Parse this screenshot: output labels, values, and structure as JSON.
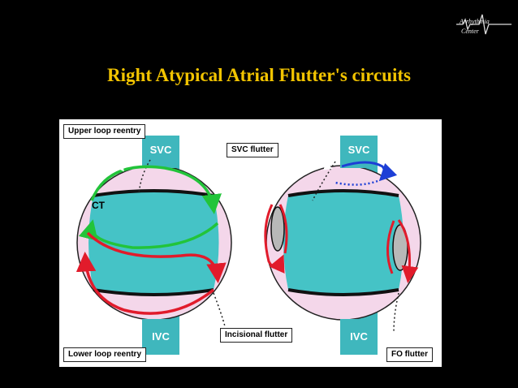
{
  "title": "Right Atypical Atrial Flutter's circuits",
  "logo": {
    "line1": "Arrhythmia",
    "line2": "Center",
    "icon": "ecg-waveform-logo"
  },
  "diagram": {
    "colors": {
      "panel_bg": "#ffffff",
      "atrium_ring": "#f4d7ea",
      "vena_cava": "#3fb7bd",
      "chamber": "#45c3c6",
      "reentry_red": "#e11b2b",
      "reentry_green": "#22c43a",
      "reentry_blue": "#1d3fd6",
      "scar_gray": "#b8b8b8"
    },
    "left": {
      "svc": "SVC",
      "ivc": "IVC",
      "ct": "CT",
      "callouts": {
        "upper": "Upper loop reentry",
        "lower": "Lower loop reentry"
      }
    },
    "right": {
      "svc": "SVC",
      "ivc": "IVC",
      "callouts": {
        "svc_flutter": "SVC flutter",
        "incisional": "Incisional flutter",
        "fo": "FO flutter"
      }
    }
  }
}
